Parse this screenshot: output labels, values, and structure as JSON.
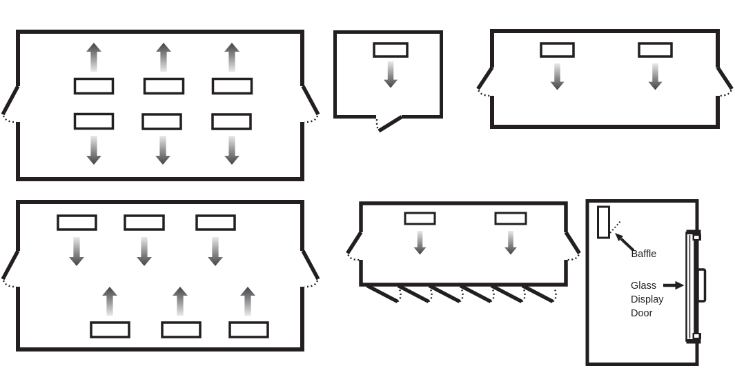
{
  "diagram_title": "",
  "colors": {
    "ink": "#231f20",
    "arrow_dark": "#434346",
    "arrow_mid": "#8a8a8d",
    "arrow_light": "#e9e9e9",
    "background": "#ffffff"
  },
  "labels": {
    "baffle": "Baffle",
    "glass_display_door_lines": [
      "Glass",
      "Display",
      "Door"
    ]
  },
  "panels": [
    {
      "id": "top-left",
      "vent_count": 6,
      "airflows": [
        "up",
        "up",
        "up",
        "down",
        "down",
        "down"
      ],
      "side_flap_openings": [
        "left",
        "right"
      ],
      "bottom_flap_openings": 0
    },
    {
      "id": "top-middle",
      "vent_count": 1,
      "airflows": [
        "down"
      ],
      "side_flap_openings": [],
      "bottom_flap_openings": 1
    },
    {
      "id": "top-right",
      "vent_count": 2,
      "airflows": [
        "down",
        "down"
      ],
      "side_flap_openings": [
        "left",
        "right"
      ],
      "bottom_flap_openings": 0
    },
    {
      "id": "bottom-left",
      "vent_count": 6,
      "airflows": [
        "down",
        "down",
        "down",
        "up",
        "up",
        "up"
      ],
      "side_flap_openings": [
        "left",
        "right"
      ],
      "bottom_flap_openings": 0
    },
    {
      "id": "bottom-middle",
      "vent_count": 2,
      "airflows": [
        "down",
        "down"
      ],
      "side_flap_openings": [
        "left",
        "right"
      ],
      "bottom_louver_count": 6
    },
    {
      "id": "bottom-right",
      "vent_count": 0,
      "features": [
        "baffle",
        "glass-display-door",
        "door-handle",
        "door-hinges"
      ]
    }
  ]
}
